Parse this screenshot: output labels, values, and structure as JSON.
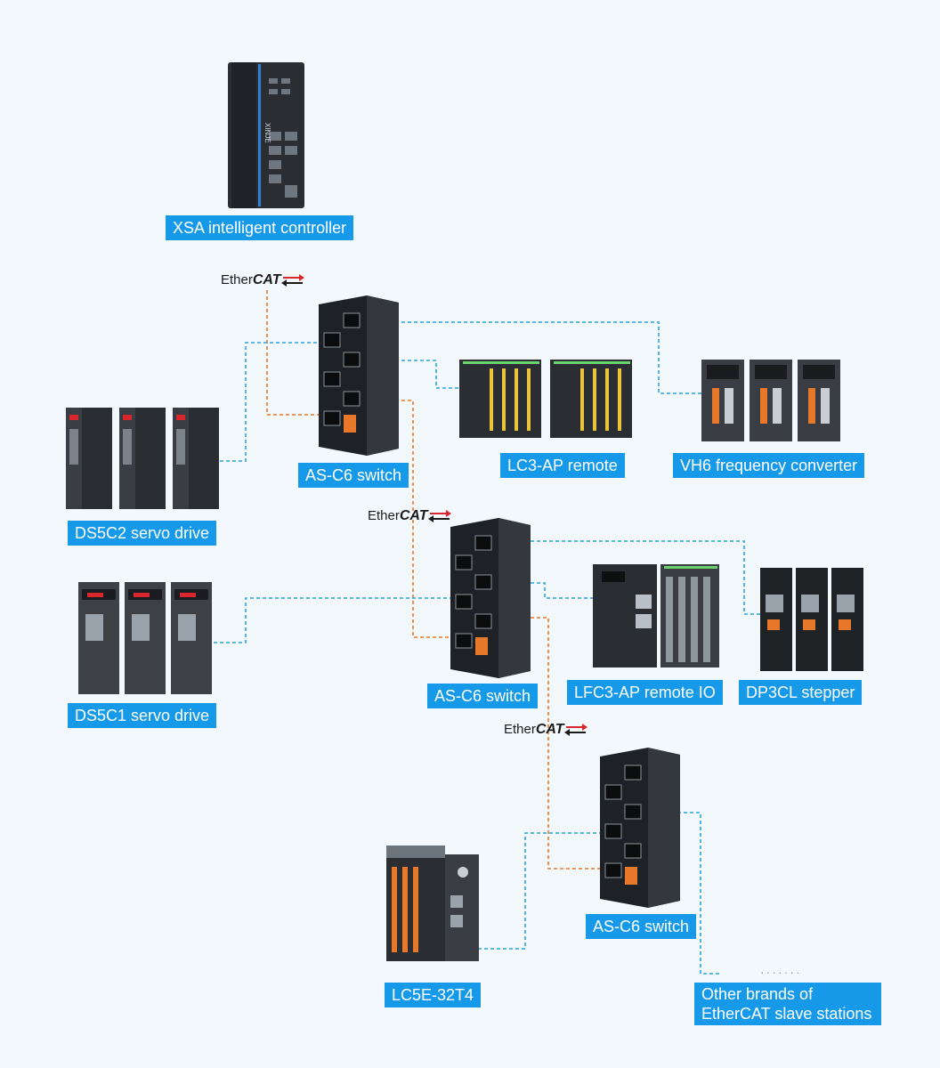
{
  "labels": {
    "xsa": "XSA intelligent controller",
    "switch1": "AS-C6 switch",
    "switch2": "AS-C6 switch",
    "switch3": "AS-C6 switch",
    "ds5c2": "DS5C2 servo drive",
    "ds5c1": "DS5C1 servo drive",
    "lc3ap": "LC3-AP remote",
    "vh6": "VH6 frequency converter",
    "lfc3ap": "LFC3-AP remote IO",
    "dp3cl": "DP3CL stepper",
    "lc5e": "LC5E-32T4",
    "other": "Other brands of EtherCAT slave stations"
  },
  "ethercat": {
    "ether": "Ether",
    "cat": "CAT"
  },
  "brand": "XINJE",
  "continuation": "·······",
  "colors": {
    "label_bg": "#1599e8",
    "ethercat_link": "#e8782a",
    "device_link": "#2aa4dc",
    "device_body": "#2a2d31"
  }
}
